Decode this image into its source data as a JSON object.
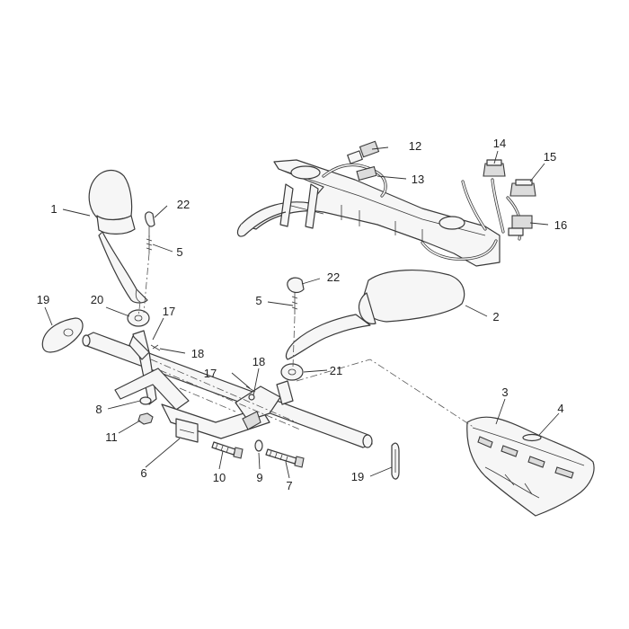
{
  "diagram": {
    "callouts": [
      {
        "id": "c1",
        "label": "1"
      },
      {
        "id": "c2",
        "label": "2"
      },
      {
        "id": "c3",
        "label": "3"
      },
      {
        "id": "c4",
        "label": "4"
      },
      {
        "id": "c5a",
        "label": "5"
      },
      {
        "id": "c5b",
        "label": "5"
      },
      {
        "id": "c6",
        "label": "6"
      },
      {
        "id": "c7",
        "label": "7"
      },
      {
        "id": "c8",
        "label": "8"
      },
      {
        "id": "c9",
        "label": "9"
      },
      {
        "id": "c10",
        "label": "10"
      },
      {
        "id": "c11",
        "label": "11"
      },
      {
        "id": "c12",
        "label": "12"
      },
      {
        "id": "c13",
        "label": "13"
      },
      {
        "id": "c14",
        "label": "14"
      },
      {
        "id": "c15",
        "label": "15"
      },
      {
        "id": "c16",
        "label": "16"
      },
      {
        "id": "c17a",
        "label": "17"
      },
      {
        "id": "c17b",
        "label": "17"
      },
      {
        "id": "c18a",
        "label": "18"
      },
      {
        "id": "c18b",
        "label": "18"
      },
      {
        "id": "c19a",
        "label": "19"
      },
      {
        "id": "c19b",
        "label": "19"
      },
      {
        "id": "c20",
        "label": "20"
      },
      {
        "id": "c21",
        "label": "21"
      },
      {
        "id": "c22a",
        "label": "22"
      },
      {
        "id": "c22b",
        "label": "22"
      }
    ]
  }
}
